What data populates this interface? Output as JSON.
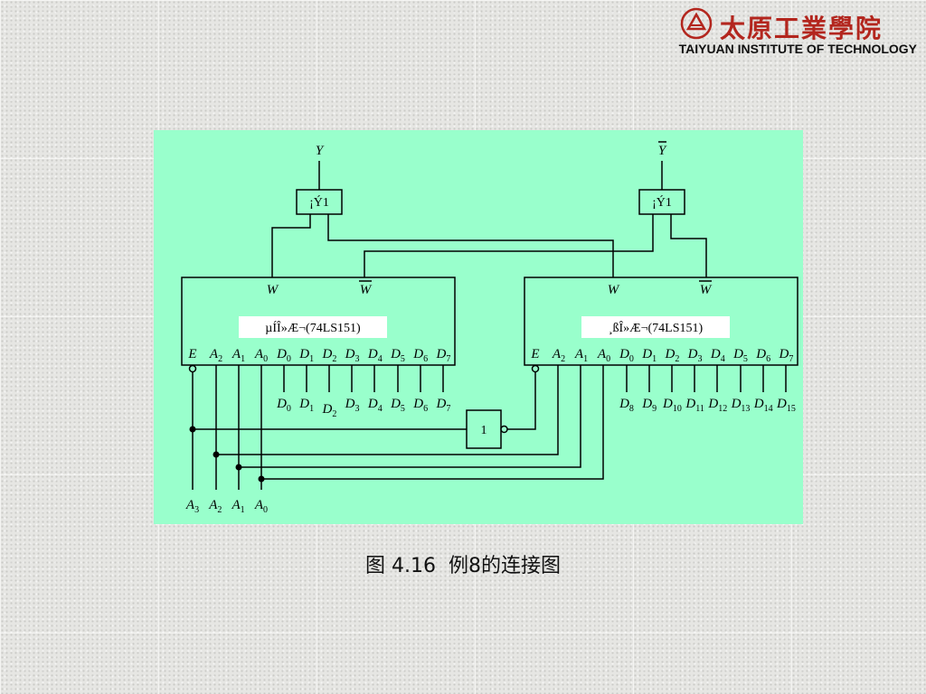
{
  "logo": {
    "chinese_name": "太原工業學院",
    "english_name": "TAIYUAN INSTITUTE OF TECHNOLOGY",
    "accent_color": "#b3261e"
  },
  "diagram": {
    "background_color": "#99ffcc",
    "outputs": {
      "y": "Y",
      "y_bar": "Y"
    },
    "or_gates": {
      "left_label": "¡Ý1",
      "right_label": "¡Ý1"
    },
    "not_gate_label": "1",
    "mux_left": {
      "title": "µÍÎ»Æ¬(74LS151)",
      "pin_w": "W",
      "pin_w_bar": "W",
      "pin_e": "E",
      "address_pins": [
        {
          "base": "A",
          "sub": "2"
        },
        {
          "base": "A",
          "sub": "1"
        },
        {
          "base": "A",
          "sub": "0"
        }
      ],
      "data_pins": [
        {
          "base": "D",
          "sub": "0"
        },
        {
          "base": "D",
          "sub": "1"
        },
        {
          "base": "D",
          "sub": "2"
        },
        {
          "base": "D",
          "sub": "3"
        },
        {
          "base": "D",
          "sub": "4"
        },
        {
          "base": "D",
          "sub": "5"
        },
        {
          "base": "D",
          "sub": "6"
        },
        {
          "base": "D",
          "sub": "7"
        }
      ],
      "inputs": [
        {
          "base": "D",
          "sub": "0"
        },
        {
          "base": "D",
          "sub": "1"
        },
        {
          "base": "D",
          "sub": "2"
        },
        {
          "base": "D",
          "sub": "3"
        },
        {
          "base": "D",
          "sub": "4"
        },
        {
          "base": "D",
          "sub": "5"
        },
        {
          "base": "D",
          "sub": "6"
        },
        {
          "base": "D",
          "sub": "7"
        }
      ]
    },
    "mux_right": {
      "title": "¸ßÎ»Æ¬(74LS151)",
      "pin_w": "W",
      "pin_w_bar": "W",
      "pin_e": "E",
      "address_pins": [
        {
          "base": "A",
          "sub": "2"
        },
        {
          "base": "A",
          "sub": "1"
        },
        {
          "base": "A",
          "sub": "0"
        }
      ],
      "data_pins": [
        {
          "base": "D",
          "sub": "0"
        },
        {
          "base": "D",
          "sub": "1"
        },
        {
          "base": "D",
          "sub": "2"
        },
        {
          "base": "D",
          "sub": "3"
        },
        {
          "base": "D",
          "sub": "4"
        },
        {
          "base": "D",
          "sub": "5"
        },
        {
          "base": "D",
          "sub": "6"
        },
        {
          "base": "D",
          "sub": "7"
        }
      ],
      "inputs": [
        {
          "base": "D",
          "sub": "8"
        },
        {
          "base": "D",
          "sub": "9"
        },
        {
          "base": "D",
          "sub": "10"
        },
        {
          "base": "D",
          "sub": "11"
        },
        {
          "base": "D",
          "sub": "12"
        },
        {
          "base": "D",
          "sub": "13"
        },
        {
          "base": "D",
          "sub": "14"
        },
        {
          "base": "D",
          "sub": "15"
        }
      ]
    },
    "system_inputs": [
      {
        "base": "A",
        "sub": "3"
      },
      {
        "base": "A",
        "sub": "2"
      },
      {
        "base": "A",
        "sub": "1"
      },
      {
        "base": "A",
        "sub": "0"
      }
    ]
  },
  "caption": "图 4.16  例8的连接图"
}
